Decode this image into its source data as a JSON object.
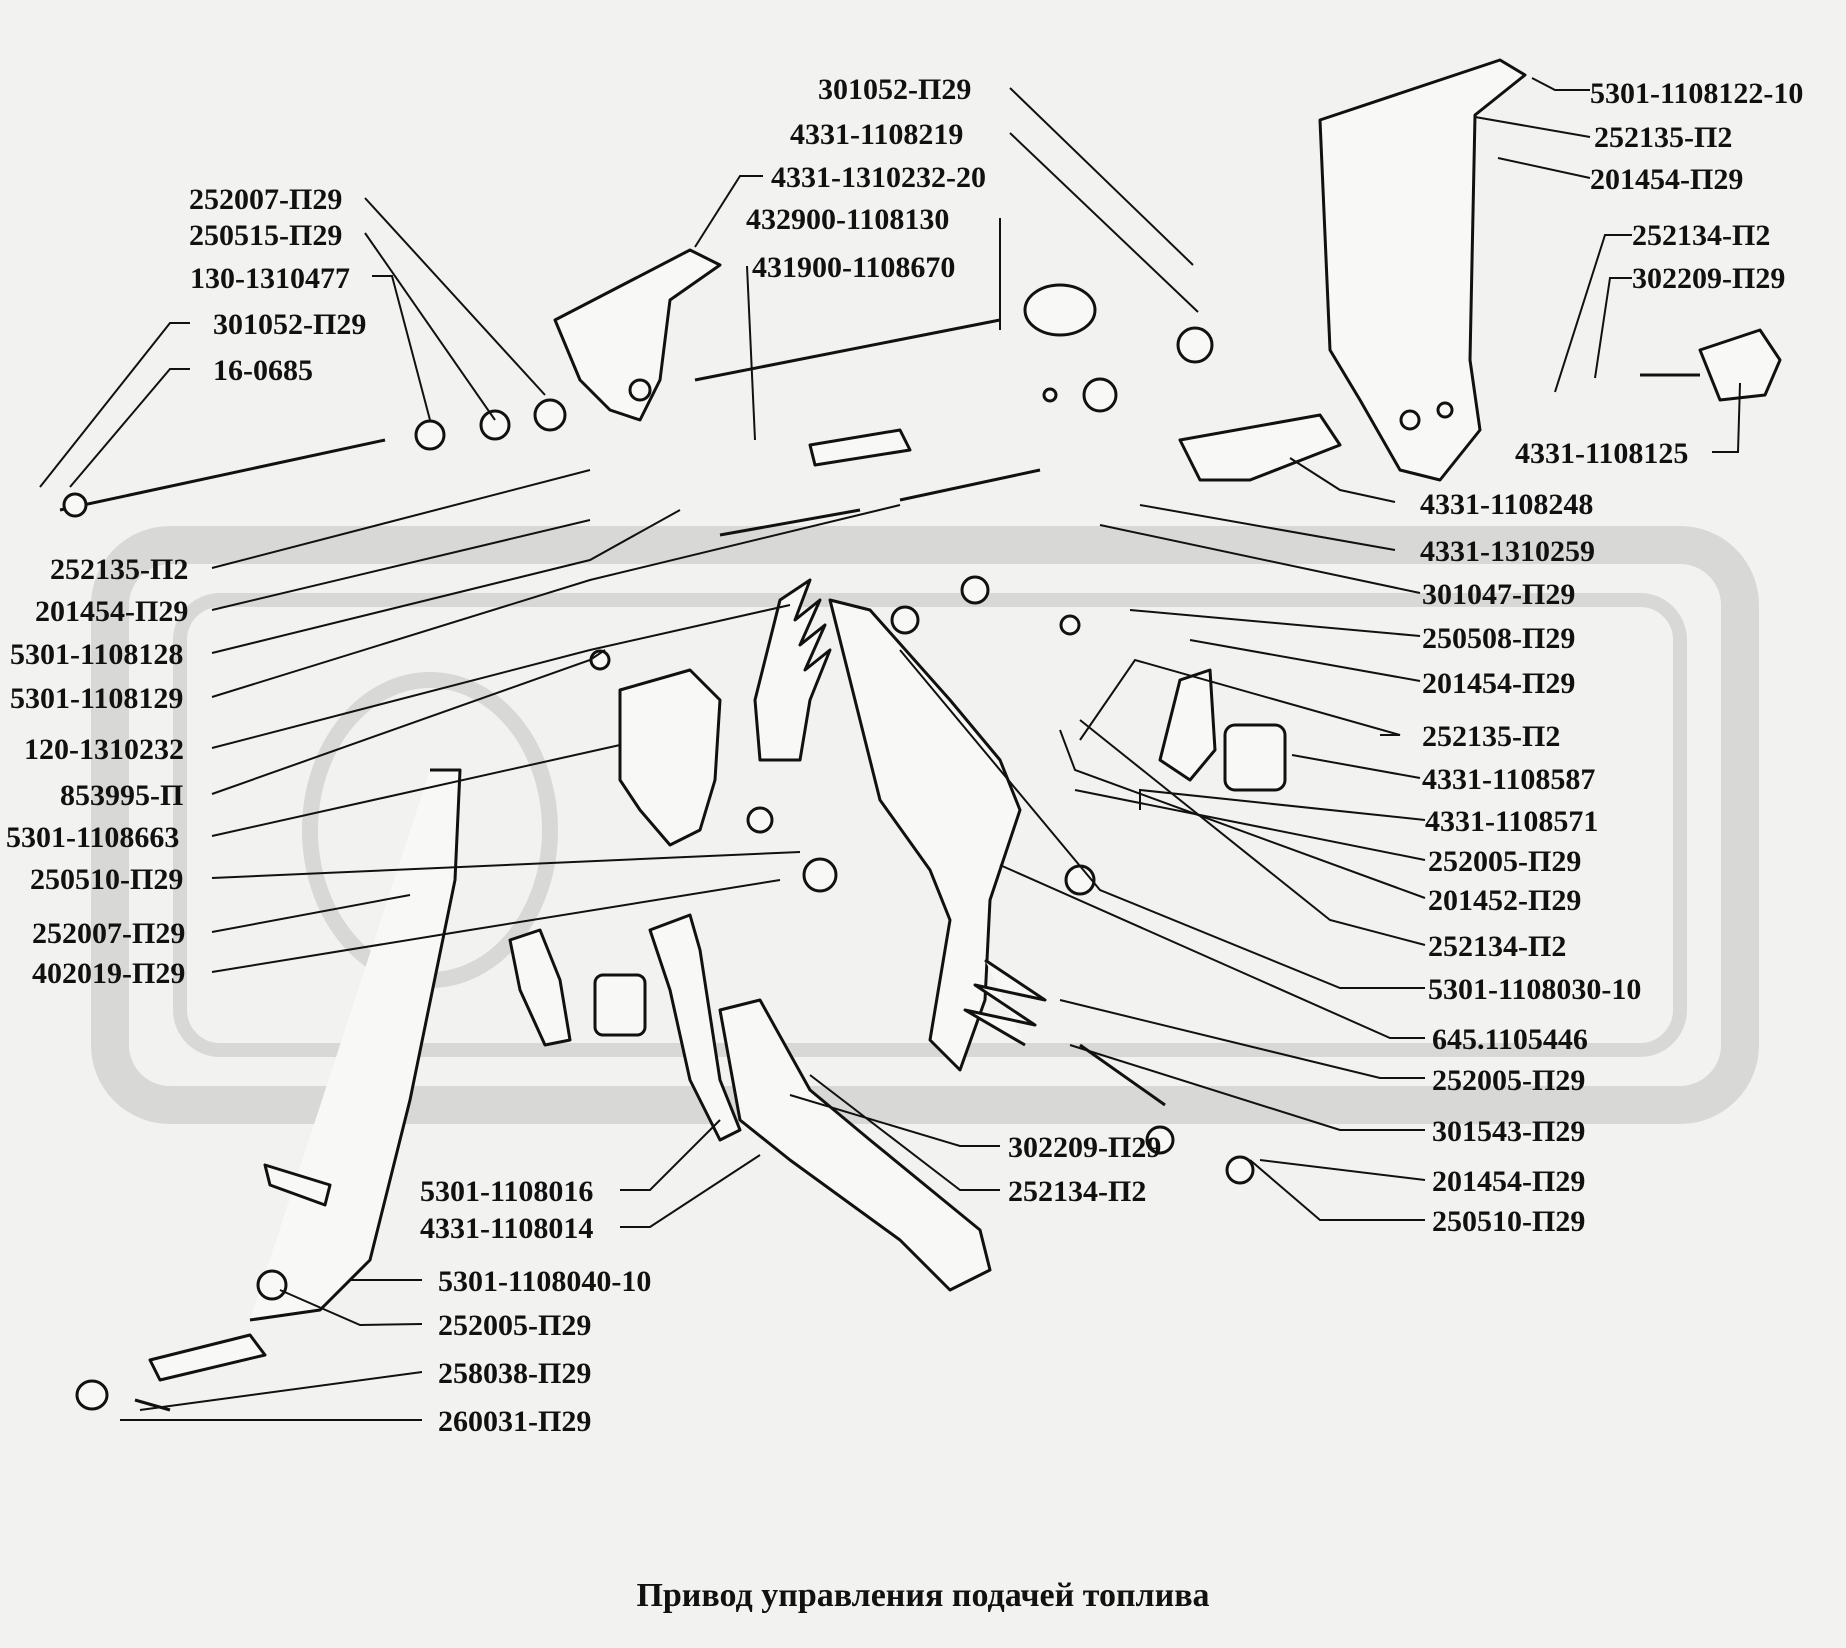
{
  "caption": "Привод управления подачей топлива",
  "labels": [
    "301052-П29",
    "4331-1108219",
    "4331-1310232-20",
    "432900-1108130",
    "431900-1108670",
    "5301-1108122-10",
    "252135-П2",
    "201454-П29",
    "252134-П2",
    "302209-П29",
    "4331-1108125",
    "252007-П29",
    "250515-П29",
    "130-1310477",
    "301052-П29",
    "16-0685",
    "4331-1108248",
    "4331-1310259",
    "301047-П29",
    "250508-П29",
    "201454-П29",
    "252135-П2",
    "4331-1108587",
    "4331-1108571",
    "252005-П29",
    "201452-П29",
    "252134-П2",
    "5301-1108030-10",
    "645.1105446",
    "252005-П29",
    "301543-П29",
    "201454-П29",
    "250510-П29",
    "252135-П2",
    "201454-П29",
    "5301-1108128",
    "5301-1108129",
    "120-1310232",
    "853995-П",
    "5301-1108663",
    "250510-П29",
    "252007-П29",
    "402019-П29",
    "302209-П29",
    "252134-П2",
    "5301-1108016",
    "4331-1108014",
    "5301-1108040-10",
    "252005-П29",
    "258038-П29",
    "260031-П29"
  ]
}
